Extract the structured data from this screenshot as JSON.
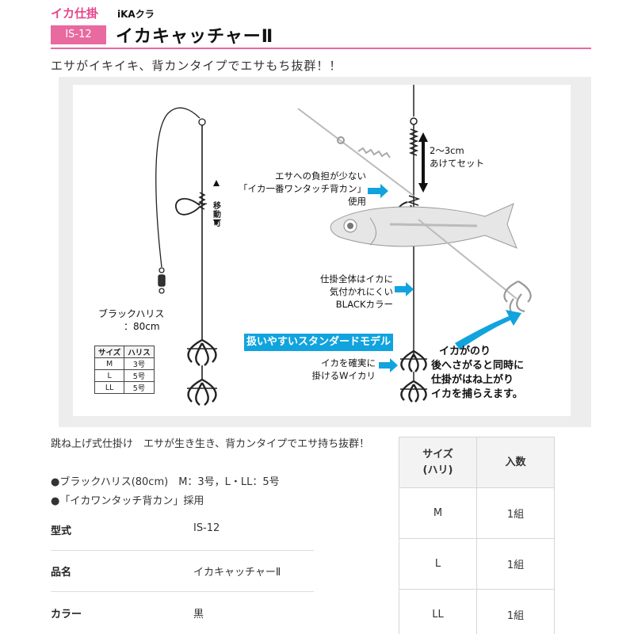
{
  "header": {
    "category": "イカ仕掛",
    "brand": "iKAクラ",
    "badge": "IS-12",
    "title": "イカキャッチャーⅡ"
  },
  "catchphrase": "エサがイキイキ、背カンタイプでエサもち抜群！！",
  "diagram": {
    "move_label": "移動可",
    "harisu_label": "ブラックハリス",
    "harisu_length": "：80cm",
    "size_table": {
      "headers": [
        "サイズ",
        "ハリス"
      ],
      "rows": [
        [
          "M",
          "3号"
        ],
        [
          "L",
          "5号"
        ],
        [
          "LL",
          "5号"
        ]
      ]
    },
    "gap_line1": "2～3cm",
    "gap_line2": "あけてセット",
    "bait_line1": "エサへの負担が少ない",
    "bait_line2": "「イカ一番ワンタッチ背カン」",
    "bait_line3": "使用",
    "black_line1": "仕掛全体はイカに",
    "black_line2": "気付かれにくい",
    "black_line3": "BLACKカラー",
    "standard_band": "扱いやすいスタンダードモデル",
    "hook_line1": "イカを確実に",
    "hook_line2": "掛けるWイカリ",
    "catch_line1": "イカがのり",
    "catch_line2": "後へさがると同時に",
    "catch_line3": "仕掛がはね上がり",
    "catch_line4": "イカを捕らえます。"
  },
  "description": "跳ね上げ式仕掛け　エサが生き生き、背カンタイプでエサ持ち抜群！",
  "bullets": [
    "●ブラックハリス(80cm)　M：3号，L・LL：5号",
    "●「イカワンタッチ背カン」採用"
  ],
  "specs": [
    {
      "label": "型式",
      "value": "IS-12"
    },
    {
      "label": "品名",
      "value": "イカキャッチャーⅡ"
    },
    {
      "label": "カラー",
      "value": "黒"
    }
  ],
  "qty_table": {
    "header_size_1": "サイズ",
    "header_size_2": "(ハリ)",
    "header_qty": "入数",
    "rows": [
      {
        "size": "M",
        "qty": "1組"
      },
      {
        "size": "L",
        "qty": "1組"
      },
      {
        "size": "LL",
        "qty": "1組"
      }
    ]
  },
  "colors": {
    "accent_pink": "#e86a9f",
    "band_blue": "#11a3de",
    "panel_gray": "#ededed"
  }
}
